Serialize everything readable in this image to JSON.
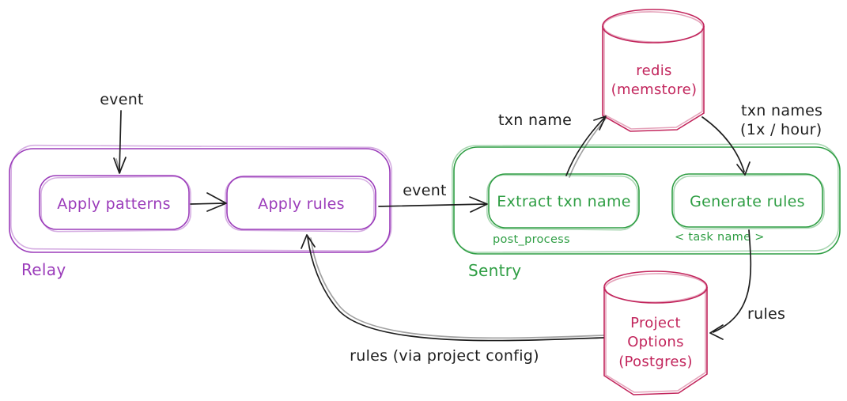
{
  "diagram": {
    "colors": {
      "relay": "#9b3cba",
      "sentry": "#2f9e44",
      "database": "#c2255c",
      "ink": "#1e1e1e"
    },
    "relay": {
      "label": "Relay",
      "nodes": [
        {
          "label": "Apply patterns"
        },
        {
          "label": "Apply rules"
        }
      ]
    },
    "sentry": {
      "label": "Sentry",
      "nodes": [
        {
          "label": "Extract txn name",
          "sublabel": "post_process"
        },
        {
          "label": "Generate rules",
          "sublabel": "< task name >"
        }
      ]
    },
    "databases": {
      "redis": {
        "line1": "redis",
        "line2": "(memstore)"
      },
      "postgres": {
        "line1": "Project",
        "line2": "Options",
        "line3": "(Postgres)"
      }
    },
    "edges": {
      "event_in": "event",
      "event_mid": "event",
      "txn_name": "txn name",
      "txn_names_line1": "txn names",
      "txn_names_line2": "(1x / hour)",
      "rules": "rules",
      "rules_via": "rules (via project config)"
    }
  }
}
